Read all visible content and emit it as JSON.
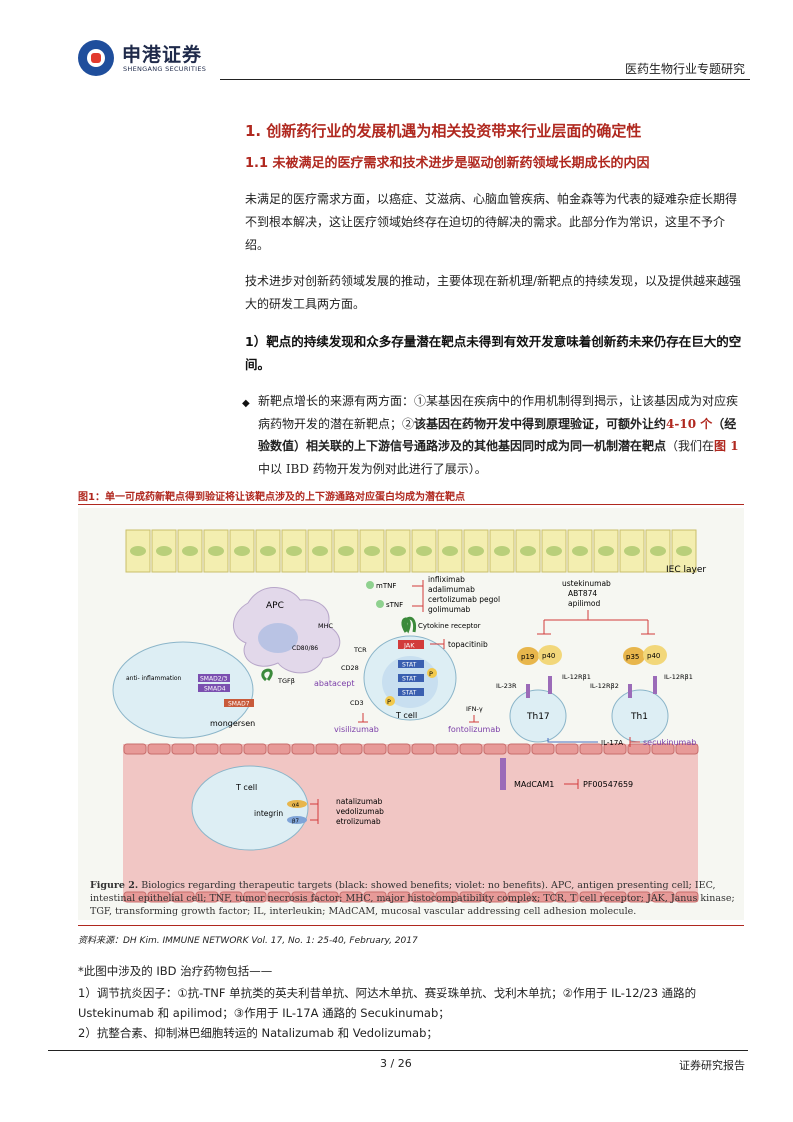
{
  "header": {
    "logo_cn": "申港证券",
    "logo_en": "SHENGANG SECURITIES",
    "report_type": "医药生物行业专题研究"
  },
  "section": {
    "h1": "1. 创新药行业的发展机遇为相关投资带来行业层面的确定性",
    "h2": "1.1 未被满足的医疗需求和技术进步是驱动创新药领域长期成长的内因",
    "para1": "未满足的医疗需求方面，以癌症、艾滋病、心脑血管疾病、帕金森等为代表的疑难杂症长期得不到根本解决，这让医疗领域始终存在迫切的待解决的需求。此部分作为常识，这里不予介绍。",
    "para2": "技术进步对创新药领域发展的推动，主要体现在新机理/新靶点的持续发现，以及提供越来越强大的研发工具两方面。",
    "sub1": "1）靶点的持续发现和众多存量潜在靶点未得到有效开发意味着创新药未来仍存在巨大的空间。",
    "bullet_a": "新靶点增长的来源有两方面：①某基因在疾病中的作用机制得到揭示，让该基因成为对应疾病药物开发的潜在新靶点；②",
    "bullet_b": "该基因在药物开发中得到原理验证，可额外让约",
    "bullet_c": "4-10 个",
    "bullet_d": "（经验数值）相关联的上下游信号通路涉及的其他基因同时成为同一机制潜在靶点",
    "bullet_e": "（我们在",
    "bullet_f": "图 1",
    "bullet_g": "中以 IBD 药物开发为例对此进行了展示）。"
  },
  "figure": {
    "title": "图1：单一可成药新靶点得到验证将让该靶点涉及的上下游通路对应蛋白均成为潜在靶点",
    "labels": {
      "iec": "IEC layer",
      "apc": "APC",
      "mhc": "MHC",
      "cd8086": "CD80/86",
      "tcr": "TCR",
      "cd28": "CD28",
      "abatacept": "abatacept",
      "mtnf": "mTNF",
      "stnf": "sTNF",
      "tnf_drugs": [
        "infliximab",
        "adalimumab",
        "certolizumab pegol",
        "golimumab"
      ],
      "cytokine_receptor": "Cytokine receptor",
      "jak": "JAK",
      "stat": "STAT",
      "p": "P",
      "tofacitinib": "topacitinib",
      "tcell": "T cell",
      "cd3": "CD3",
      "visilizumab": "visilizumab",
      "ifn": "IFN-γ",
      "fontolizumab": "fontolizumab",
      "tgf": "TGFβ",
      "anti": "anti-\ninflammation",
      "smad23": "SMAD2/3",
      "smad4": "SMAD4",
      "smad7": "SMAD7",
      "mongersen": "mongersen",
      "ust_drugs": [
        "ustekinumab",
        "ABT874",
        "apilimod"
      ],
      "p19": "p19",
      "p40": "p40",
      "p35": "p35",
      "il12rb1": "IL-12Rβ1",
      "il12rb2": "IL-12Rβ2",
      "il23r": "IL-23R",
      "th17": "Th17",
      "th1": "Th1",
      "il17a": "IL-17A",
      "secukinumab": "secukinumab",
      "madcam": "MAdCAM1",
      "pf": "PF00547659",
      "tcell2": "T cell",
      "integrin": "integrin",
      "a4": "α4",
      "b7": "β7",
      "int_drugs": [
        "natalizumab",
        "vedolizumab",
        "etrolizumab"
      ]
    },
    "caption": "Figure 2. Biologics regarding therapeutic targets (black: showed benefits; violet: no benefits). APC, antigen presenting cell; IEC, intestinal epithelial cell; TNF, tumor necrosis factor; MHC, major histocompatibility complex; TCR, T cell receptor; JAK, Janus kinase; TGF, transforming growth factor; IL, interleukin; MAdCAM, mucosal vascular addressing cell adhesion molecule.",
    "caption_bold": "Figure 2.",
    "source": "资料来源：DH Kim. IMMUNE NETWORK Vol. 17, No. 1: 25-40, February, 2017"
  },
  "notes": {
    "intro": "*此图中涉及的 IBD 治疗药物包括——",
    "line1": "1）调节抗炎因子：①抗-TNF 单抗类的英夫利昔单抗、阿达木单抗、赛妥珠单抗、戈利木单抗；②作用于 IL-12/23 通路的",
    "line1b": "Ustekinumab 和 apilimod；③作用于 IL-17A 通路的 Secukinumab；",
    "line2": "2）抗整合素、抑制淋巴细胞转运的 Natalizumab 和 Vedolizumab；"
  },
  "footer": {
    "page": "3 / 26",
    "right": "证券研究报告"
  },
  "colors": {
    "brand_blue": "#1f4e9c",
    "brand_red": "#b0281f",
    "epithelium": "#f3eeb0",
    "vessel": "#f1c6c4"
  }
}
